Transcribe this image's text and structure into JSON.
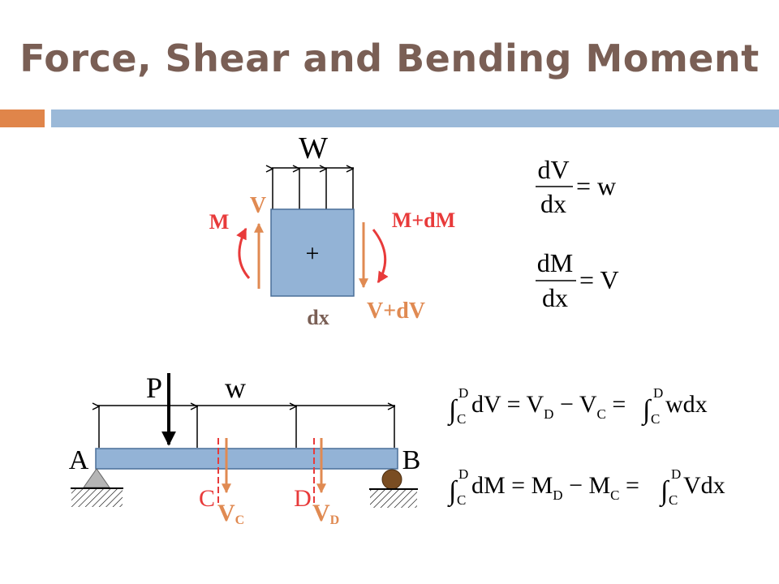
{
  "title": "Force, Shear and Bending Moment",
  "colors": {
    "title": "#7a5f55",
    "orange": "#e0854a",
    "blue": "#9bb9d8",
    "red": "#e83a3a",
    "arrowOrange": "#e08a52",
    "block": "#93b3d6"
  },
  "element": {
    "load_label": "W",
    "plus": "+",
    "M": "M",
    "V": "V",
    "MdM": "M+dM",
    "VdV": "V+dV",
    "dx": "dx"
  },
  "equations": {
    "eq1": {
      "num": "dV",
      "den": "dx",
      "rhs": "= w"
    },
    "eq2": {
      "num": "dM",
      "den": "dx",
      "rhs": "= V"
    },
    "eq3": {
      "upper": "D",
      "lower": "C",
      "a": "dV = V",
      "a_sub": "D",
      "b": " − V",
      "b_sub": "C",
      "c": " = ",
      "c_upper": "D",
      "c_lower": "C",
      "d": "wdx"
    },
    "eq4": {
      "upper": "D",
      "lower": "C",
      "a": "dM = M",
      "a_sub": "D",
      "b": " − M",
      "b_sub": "C",
      "c": " = ",
      "c_upper": "D",
      "c_lower": "C",
      "d": "Vdx"
    }
  },
  "beam": {
    "P": "P",
    "w": "w",
    "A": "A",
    "B": "B",
    "C": "C",
    "D": "D",
    "VC": "V",
    "VC_sub": "C",
    "VD": "V",
    "VD_sub": "D"
  }
}
